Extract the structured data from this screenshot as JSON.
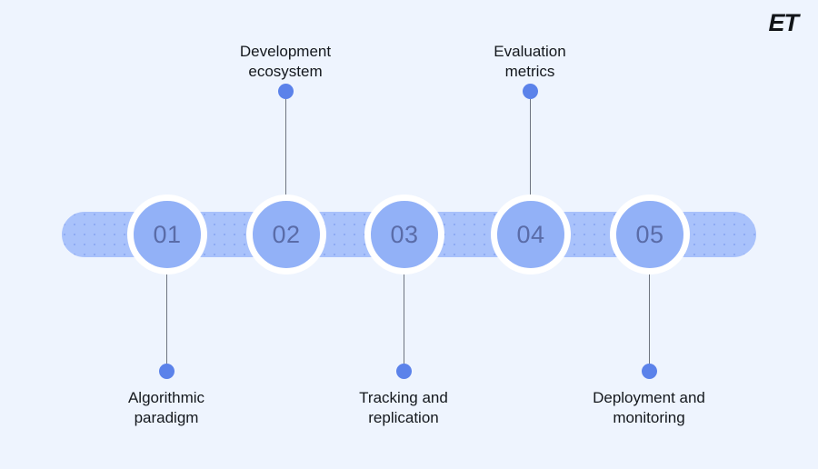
{
  "logo": {
    "text": "ET",
    "name": "et-logo"
  },
  "colors": {
    "background": "#eef4fe",
    "bar": "#a9c2fb",
    "circle_fill": "#92b1f7",
    "circle_ring": "#ffffff",
    "number_text": "#5a6ca8",
    "dot": "#5b82ea",
    "connector_line": "#6e7480",
    "label_text": "#14181d",
    "logo_text": "#111418"
  },
  "timeline": {
    "steps": [
      {
        "number": "01",
        "label": "Algorithmic\nparadigm",
        "position": "bottom"
      },
      {
        "number": "02",
        "label": "Development\necosystem",
        "position": "top"
      },
      {
        "number": "03",
        "label": "Tracking and\nreplication",
        "position": "bottom"
      },
      {
        "number": "04",
        "label": "Evaluation\nmetrics",
        "position": "top"
      },
      {
        "number": "05",
        "label": "Deployment and\nmonitoring",
        "position": "bottom"
      }
    ]
  }
}
